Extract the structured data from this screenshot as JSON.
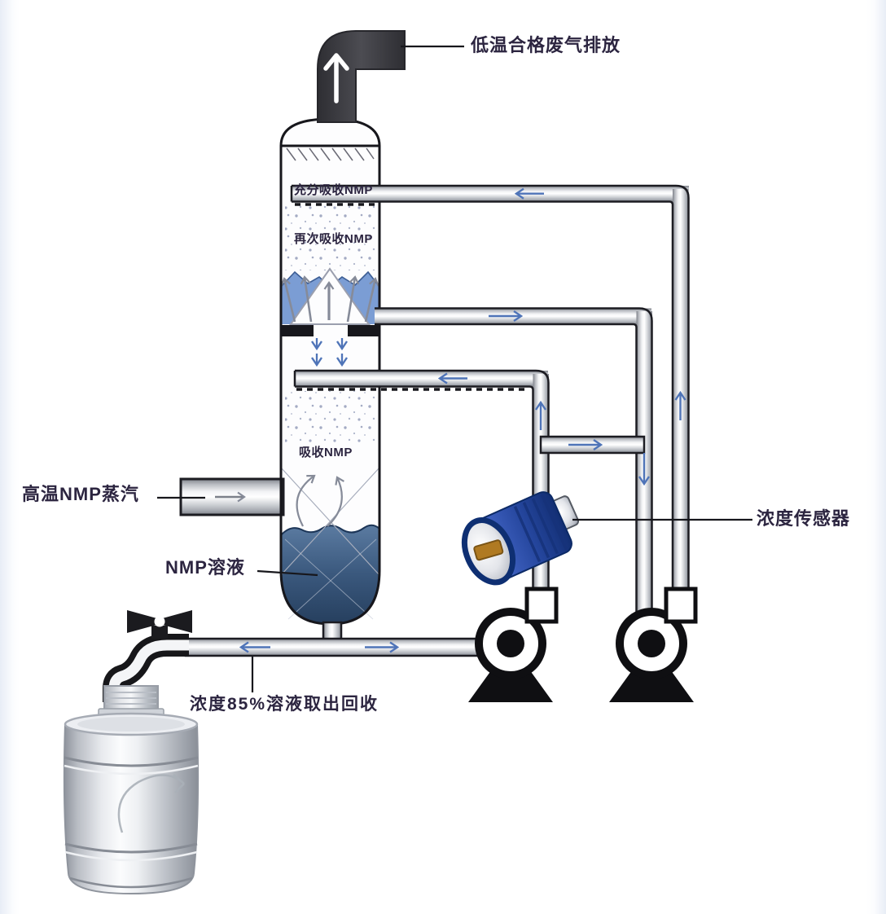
{
  "labels": {
    "exhaust_outlet": "低温合格废气排放",
    "absorb_stage3": "充分吸收NMP",
    "absorb_stage2": "再次吸收NMP",
    "absorb_stage1": "吸收NMP",
    "vapor_inlet": "高温NMP蒸汽",
    "nmp_solution": "NMP溶液",
    "concentration_sensor": "浓度传感器",
    "recovery_note": "浓度85%溶液取出回收"
  },
  "colors": {
    "label_text": "#2c2540",
    "pipe_outline": "#1c1c22",
    "flow_arrow_blue": "#4f74b8",
    "flow_arrow_gray": "#868b99",
    "exhaust_duct": "#3d3d42",
    "wave_blue": "#7b9dd4",
    "liquid_dark": "#263f5e",
    "sensor_blue": "#2a4fa8",
    "sensor_window": "#b07a22",
    "pump_black": "#0f0f12",
    "drum_metal": "#d5d8dd"
  },
  "icons": [
    {
      "name": "exhaust-up-arrow-icon",
      "glyph": "↑"
    },
    {
      "name": "flow-arrow-left-icon",
      "glyph": "←"
    },
    {
      "name": "flow-arrow-right-icon",
      "glyph": "→"
    },
    {
      "name": "flow-arrow-up-icon",
      "glyph": "↑"
    },
    {
      "name": "flow-arrow-down-icon",
      "glyph": "↓"
    }
  ],
  "equipment": [
    {
      "name": "absorption-column"
    },
    {
      "name": "exhaust-duct"
    },
    {
      "name": "vapor-inlet-pipe"
    },
    {
      "name": "concentration-sensor"
    },
    {
      "name": "circulation-pump-left"
    },
    {
      "name": "circulation-pump-right"
    },
    {
      "name": "outlet-valve"
    },
    {
      "name": "recovery-drum"
    }
  ]
}
